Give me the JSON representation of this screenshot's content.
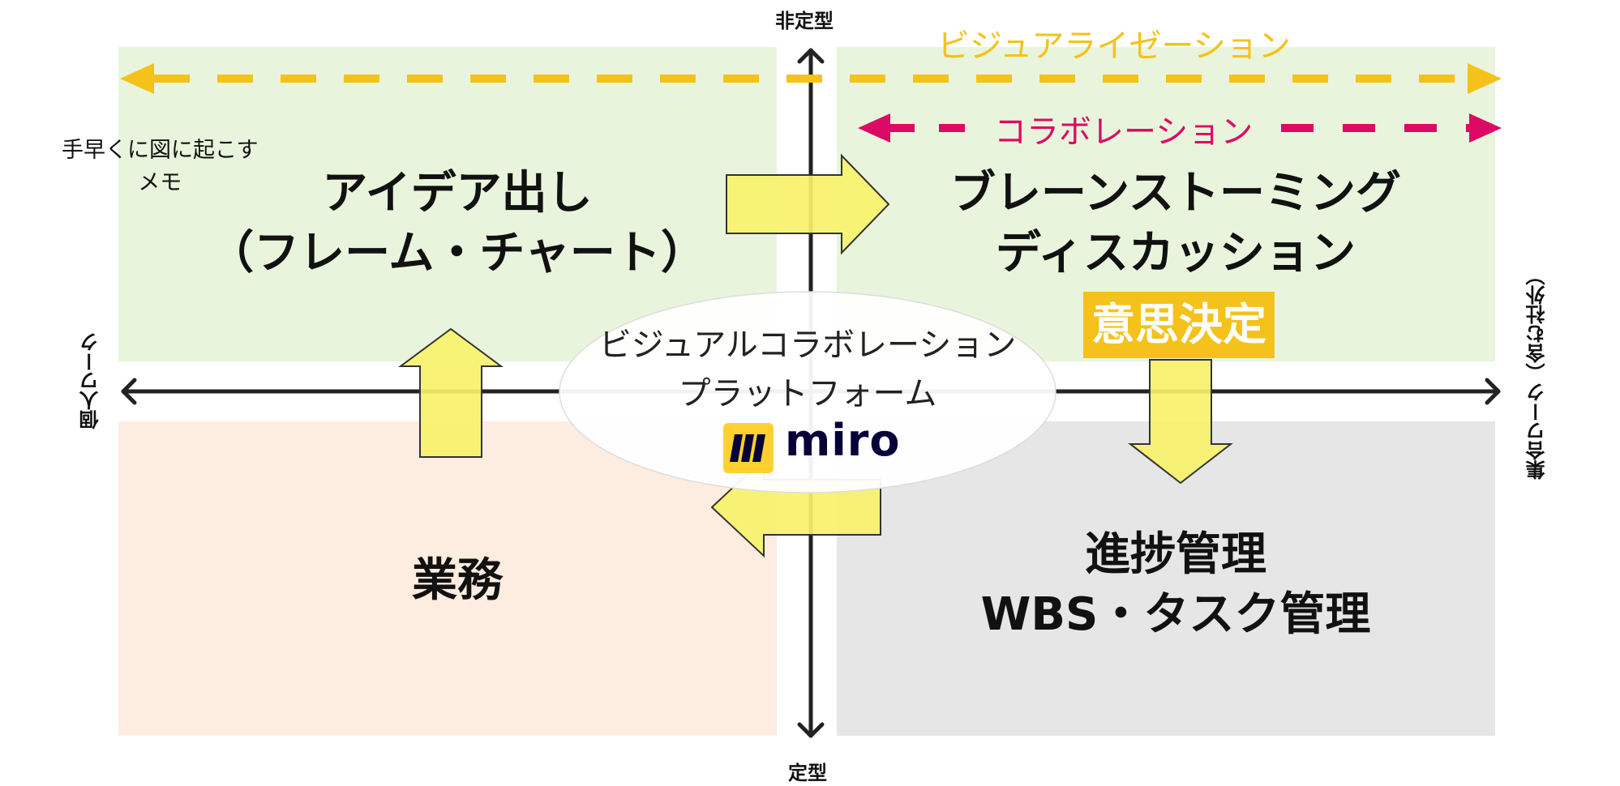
{
  "colors": {
    "top_left_bg": "#e8f5dc",
    "top_right_bg": "#e8f5dc",
    "bottom_left_bg": "#fdece0",
    "bottom_right_bg": "#e6e6e6",
    "visualization_color": "#f5c21b",
    "collaboration_color": "#dc0a64",
    "arrow_fill": "#f7f26a"
  },
  "axes": {
    "top": "非定型",
    "bottom": "定型",
    "left": "個人ワーク",
    "right": "集合ワーク（含む社外）"
  },
  "quadrants": {
    "top_left": {
      "line1": "アイデア出し",
      "line2": "（フレーム・チャート）"
    },
    "top_right": {
      "line1": "ブレーンストーミング",
      "line2": "ディスカッション"
    },
    "bottom_left": {
      "line1": "業務"
    },
    "bottom_right": {
      "line1": "進捗管理",
      "line2": "WBS・タスク管理"
    }
  },
  "memo": {
    "line1": "手早くに図に起こす",
    "line2": "メモ"
  },
  "visualization_label": "ビジュアライゼーション",
  "collaboration_label": "コラボレーション",
  "decision_label": "意思決定",
  "hub": {
    "line1": "ビジュアルコラボレーション",
    "line2": "プラットフォーム",
    "logo_text": "miro",
    "logo_icon": "miro-logo-icon"
  }
}
